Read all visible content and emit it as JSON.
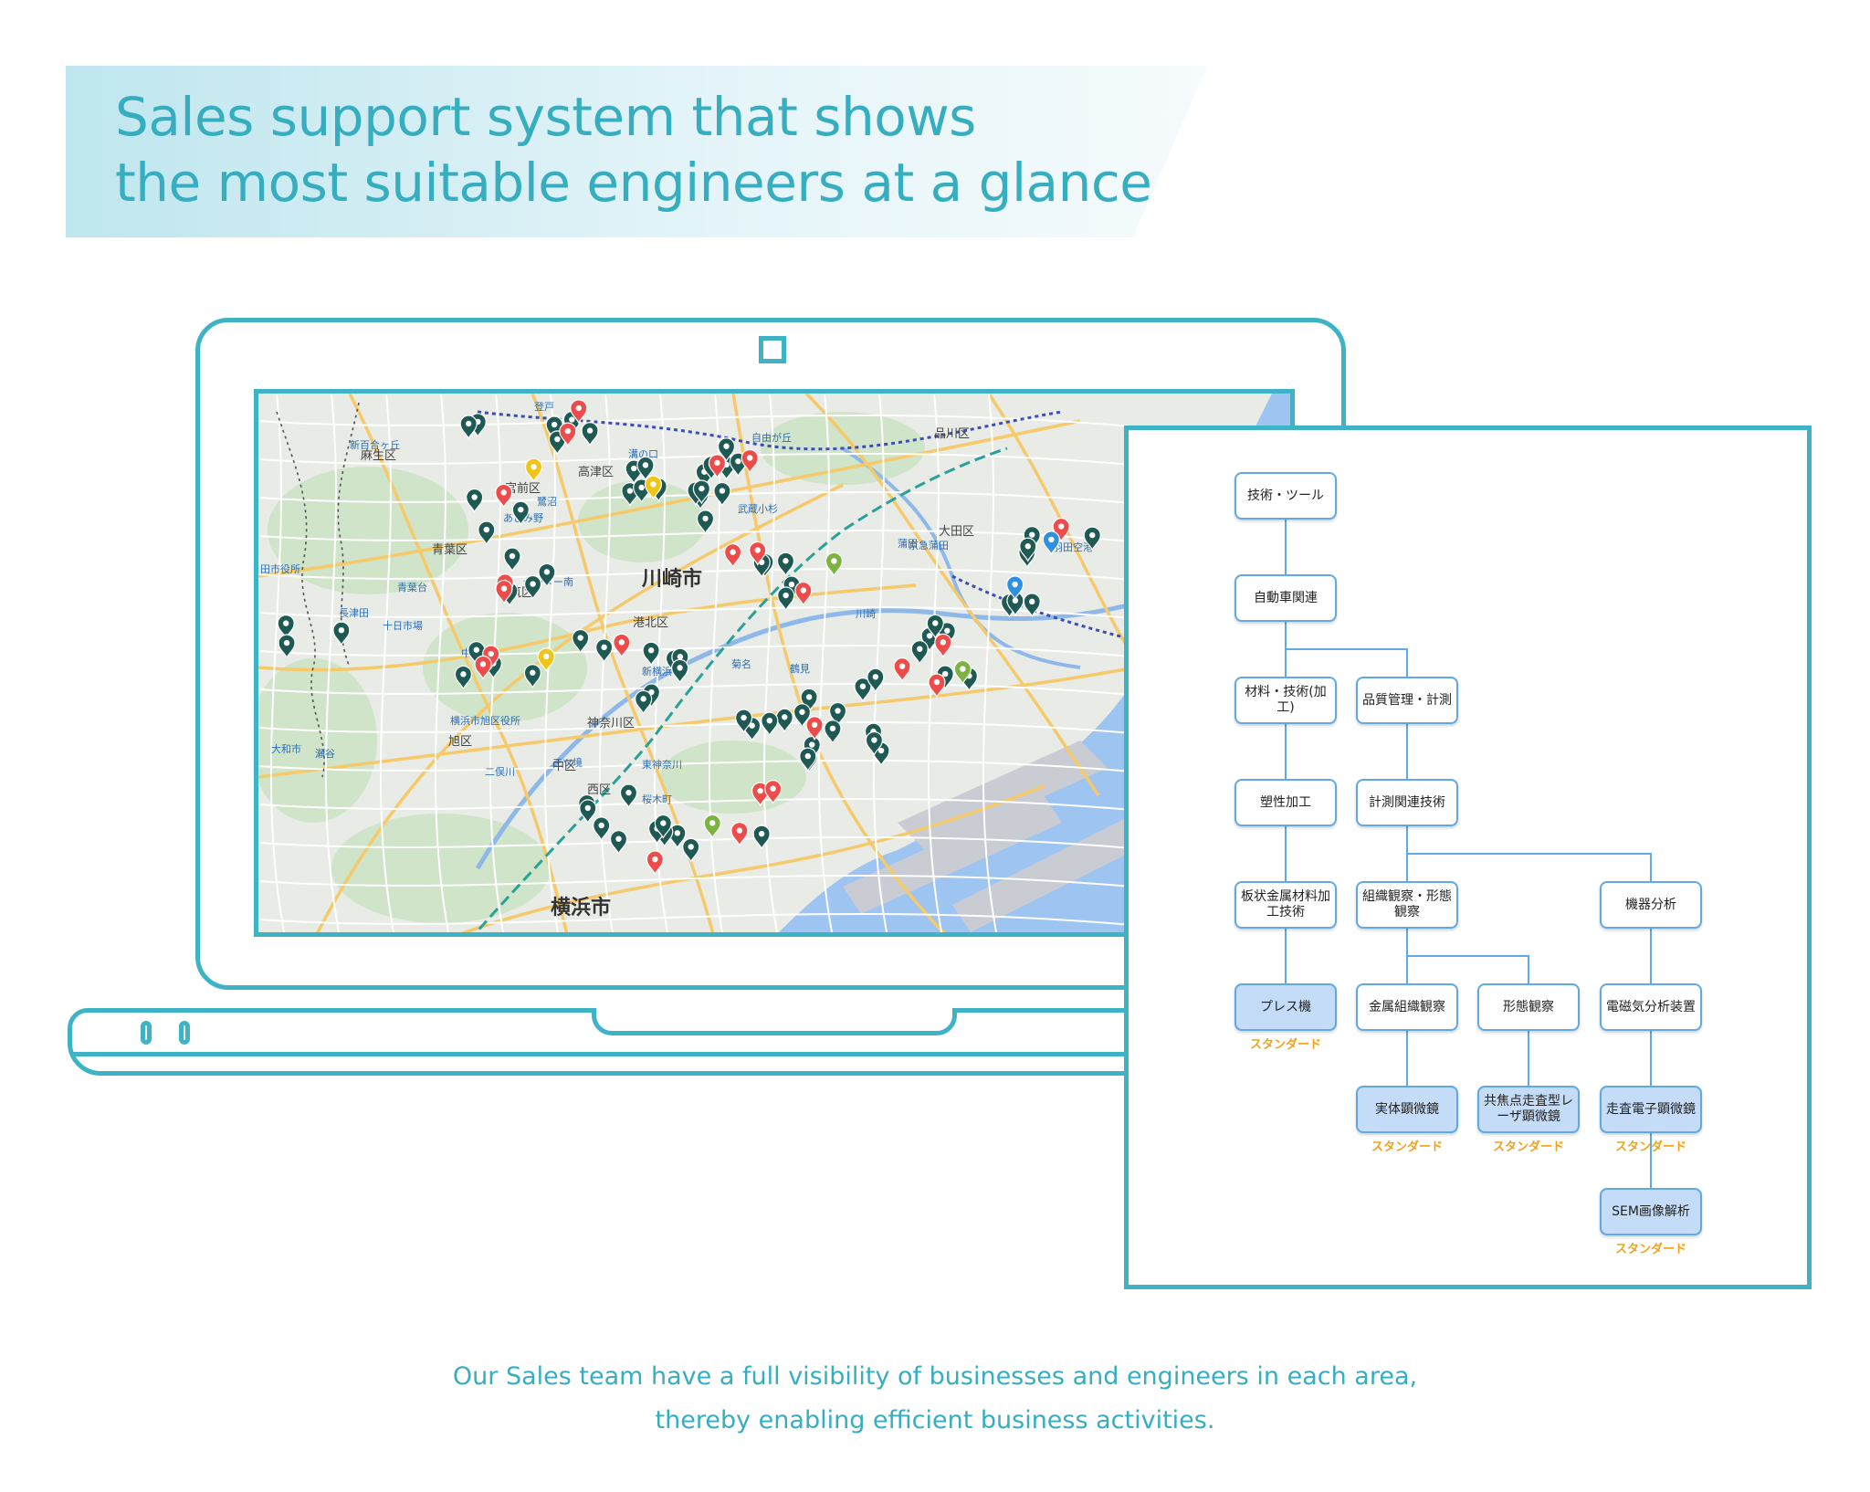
{
  "headline": {
    "line1": "Sales support system that shows",
    "line2": "the most suitable engineers at a glance"
  },
  "colors": {
    "accent": "#3fb3c6",
    "pin_dark": "#1f5954",
    "pin_red": "#ee4b4b",
    "pin_yellow": "#f0c419",
    "pin_green": "#7cb342",
    "pin_blue": "#2f8fe0",
    "node_border": "#5fa9e6",
    "node_standard_fill": "#c4dcf8",
    "badge": "#f0a21a"
  },
  "map": {
    "cities": [
      "川崎市",
      "横浜市"
    ],
    "wards": [
      "品川区",
      "大田区",
      "高津区",
      "宮前区",
      "青葉区",
      "都筑区",
      "港北区",
      "神奈川区",
      "西区",
      "麻生区",
      "旭区",
      "中区"
    ],
    "places": [
      "登戸",
      "新百合ヶ丘",
      "溝の口",
      "自由が丘",
      "武蔵小杉",
      "鷺沼",
      "あざみ野",
      "センター南",
      "青葉台",
      "長津田",
      "十日市場",
      "中山",
      "新横浜",
      "菊名",
      "鶴見",
      "横浜市旭区役所",
      "二俣川",
      "三ツ境",
      "瀬谷",
      "大和市",
      "東神奈川",
      "桜木町",
      "蒲田",
      "京急蒲田",
      "羽田空港",
      "川崎",
      "田市役所"
    ],
    "pin_counts": {
      "dark": 88,
      "red": 22,
      "yellow": 3,
      "green": 3,
      "blue": 2
    }
  },
  "tree": {
    "nodes": {
      "n1": {
        "label": "技術・ツール"
      },
      "n2": {
        "label": "自動車関連"
      },
      "n3": {
        "label": "材料・技術(加工)"
      },
      "n4": {
        "label": "品質管理・計測"
      },
      "n5": {
        "label": "塑性加工"
      },
      "n6": {
        "label": "計測関連技術"
      },
      "n7": {
        "label": "板状金属材料加工技術"
      },
      "n8": {
        "label": "組織観察・形態観察"
      },
      "n9": {
        "label": "機器分析"
      },
      "n10": {
        "label": "プレス機",
        "badge": "スタンダード"
      },
      "n11": {
        "label": "金属組織観察"
      },
      "n12": {
        "label": "形態観察"
      },
      "n13": {
        "label": "電磁気分析装置"
      },
      "n14": {
        "label": "実体顕微鏡",
        "badge": "スタンダード"
      },
      "n15": {
        "label": "共焦点走査型レーザ顕微鏡",
        "badge": "スタンダード"
      },
      "n16": {
        "label": "走査電子顕微鏡",
        "badge": "スタンダード"
      },
      "n17": {
        "label": "SEM画像解析",
        "badge": "スタンダード"
      }
    }
  },
  "caption": {
    "line1": "Our Sales team have a full visibility of businesses and engineers in each area,",
    "line2": "thereby enabling efficient business activities."
  }
}
